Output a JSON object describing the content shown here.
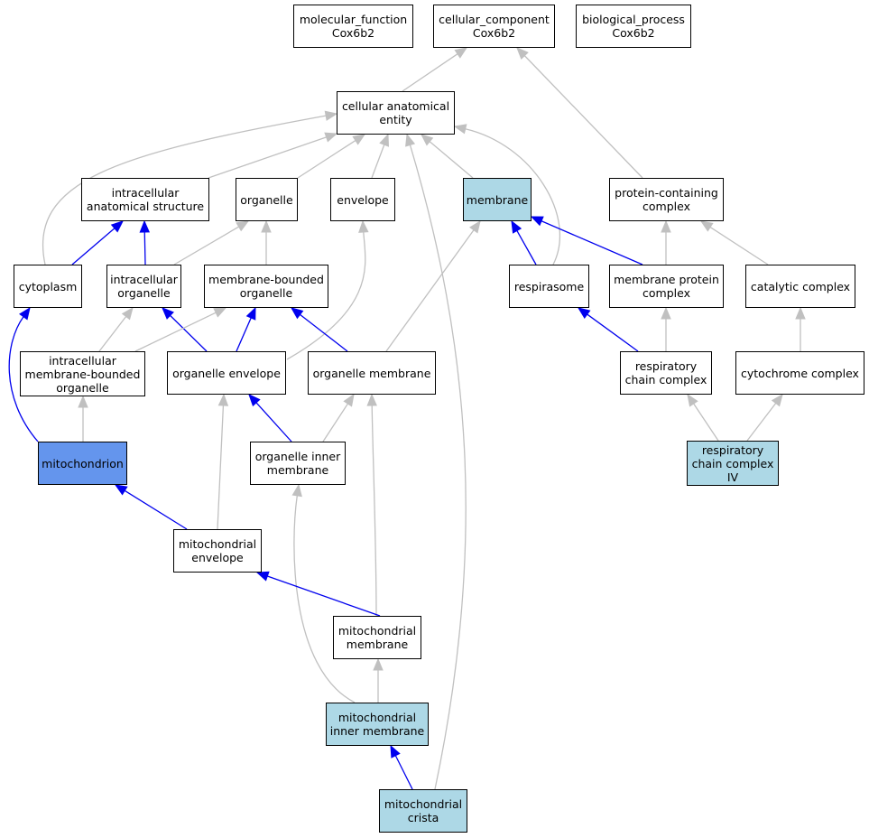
{
  "colors": {
    "default_fill": "#ffffff",
    "annotated_fill": "#add8e6",
    "focus_fill": "#6495ed",
    "is_a_edge": "#c0c0c0",
    "part_of_edge": "#0000ee"
  },
  "nodes": {
    "mf": {
      "label": "molecular_function\nCox6b2",
      "fill": "#ffffff"
    },
    "cc": {
      "label": "cellular_component\nCox6b2",
      "fill": "#ffffff"
    },
    "bp": {
      "label": "biological_process\nCox6b2",
      "fill": "#ffffff"
    },
    "cae": {
      "label": "cellular anatomical\nentity",
      "fill": "#ffffff"
    },
    "ias": {
      "label": "intracellular\nanatomical structure",
      "fill": "#ffffff"
    },
    "organelle": {
      "label": "organelle",
      "fill": "#ffffff"
    },
    "envelope": {
      "label": "envelope",
      "fill": "#ffffff"
    },
    "membrane": {
      "label": "membrane",
      "fill": "#add8e6"
    },
    "pcc": {
      "label": "protein-containing\ncomplex",
      "fill": "#ffffff"
    },
    "cytoplasm": {
      "label": "cytoplasm",
      "fill": "#ffffff"
    },
    "io": {
      "label": "intracellular\norganelle",
      "fill": "#ffffff"
    },
    "mbo": {
      "label": "membrane-bounded\norganelle",
      "fill": "#ffffff"
    },
    "respirasome": {
      "label": "respirasome",
      "fill": "#ffffff"
    },
    "mpc": {
      "label": "membrane protein\ncomplex",
      "fill": "#ffffff"
    },
    "catc": {
      "label": "catalytic complex",
      "fill": "#ffffff"
    },
    "imbo": {
      "label": "intracellular\nmembrane-bounded\norganelle",
      "fill": "#ffffff"
    },
    "oenv": {
      "label": "organelle envelope",
      "fill": "#ffffff"
    },
    "omem": {
      "label": "organelle membrane",
      "fill": "#ffffff"
    },
    "rcc": {
      "label": "respiratory\nchain complex",
      "fill": "#ffffff"
    },
    "cytc": {
      "label": "cytochrome complex",
      "fill": "#ffffff"
    },
    "mito": {
      "label": "mitochondrion",
      "fill": "#6495ed"
    },
    "oim": {
      "label": "organelle inner\nmembrane",
      "fill": "#ffffff"
    },
    "rcc4": {
      "label": "respiratory\nchain complex\nIV",
      "fill": "#add8e6"
    },
    "menv": {
      "label": "mitochondrial\nenvelope",
      "fill": "#ffffff"
    },
    "mmem": {
      "label": "mitochondrial\nmembrane",
      "fill": "#ffffff"
    },
    "mim": {
      "label": "mitochondrial\ninner membrane",
      "fill": "#add8e6"
    },
    "mcrista": {
      "label": "mitochondrial\ncrista",
      "fill": "#add8e6"
    }
  },
  "edges": [
    {
      "from": "cae",
      "to": "cc",
      "relation": "is_a"
    },
    {
      "from": "pcc",
      "to": "cc",
      "relation": "is_a"
    },
    {
      "from": "cytoplasm",
      "to": "cae",
      "relation": "is_a"
    },
    {
      "from": "ias",
      "to": "cae",
      "relation": "is_a"
    },
    {
      "from": "organelle",
      "to": "cae",
      "relation": "is_a"
    },
    {
      "from": "envelope",
      "to": "cae",
      "relation": "is_a"
    },
    {
      "from": "mcrista",
      "to": "cae",
      "relation": "is_a"
    },
    {
      "from": "membrane",
      "to": "cae",
      "relation": "is_a"
    },
    {
      "from": "respirasome",
      "to": "cae",
      "relation": "is_a"
    },
    {
      "from": "cytoplasm",
      "to": "ias",
      "relation": "part_of"
    },
    {
      "from": "io",
      "to": "ias",
      "relation": "part_of"
    },
    {
      "from": "io",
      "to": "organelle",
      "relation": "is_a"
    },
    {
      "from": "mbo",
      "to": "organelle",
      "relation": "is_a"
    },
    {
      "from": "oenv",
      "to": "envelope",
      "relation": "is_a"
    },
    {
      "from": "omem",
      "to": "membrane",
      "relation": "is_a"
    },
    {
      "from": "respirasome",
      "to": "membrane",
      "relation": "part_of"
    },
    {
      "from": "mpc",
      "to": "membrane",
      "relation": "part_of"
    },
    {
      "from": "mpc",
      "to": "pcc",
      "relation": "is_a"
    },
    {
      "from": "catc",
      "to": "pcc",
      "relation": "is_a"
    },
    {
      "from": "mito",
      "to": "cytoplasm",
      "relation": "part_of"
    },
    {
      "from": "imbo",
      "to": "io",
      "relation": "is_a"
    },
    {
      "from": "oenv",
      "to": "io",
      "relation": "part_of"
    },
    {
      "from": "imbo",
      "to": "mbo",
      "relation": "is_a"
    },
    {
      "from": "oenv",
      "to": "mbo",
      "relation": "part_of"
    },
    {
      "from": "omem",
      "to": "mbo",
      "relation": "part_of"
    },
    {
      "from": "rcc",
      "to": "respirasome",
      "relation": "part_of"
    },
    {
      "from": "rcc",
      "to": "mpc",
      "relation": "is_a"
    },
    {
      "from": "cytc",
      "to": "catc",
      "relation": "is_a"
    },
    {
      "from": "mito",
      "to": "imbo",
      "relation": "is_a"
    },
    {
      "from": "menv",
      "to": "oenv",
      "relation": "is_a"
    },
    {
      "from": "oim",
      "to": "oenv",
      "relation": "part_of"
    },
    {
      "from": "oim",
      "to": "omem",
      "relation": "is_a"
    },
    {
      "from": "mmem",
      "to": "omem",
      "relation": "is_a"
    },
    {
      "from": "rcc4",
      "to": "rcc",
      "relation": "is_a"
    },
    {
      "from": "rcc4",
      "to": "cytc",
      "relation": "is_a"
    },
    {
      "from": "menv",
      "to": "mito",
      "relation": "part_of"
    },
    {
      "from": "mim",
      "to": "oim",
      "relation": "is_a"
    },
    {
      "from": "mmem",
      "to": "menv",
      "relation": "part_of"
    },
    {
      "from": "mim",
      "to": "mmem",
      "relation": "is_a"
    },
    {
      "from": "mcrista",
      "to": "mim",
      "relation": "part_of"
    }
  ]
}
